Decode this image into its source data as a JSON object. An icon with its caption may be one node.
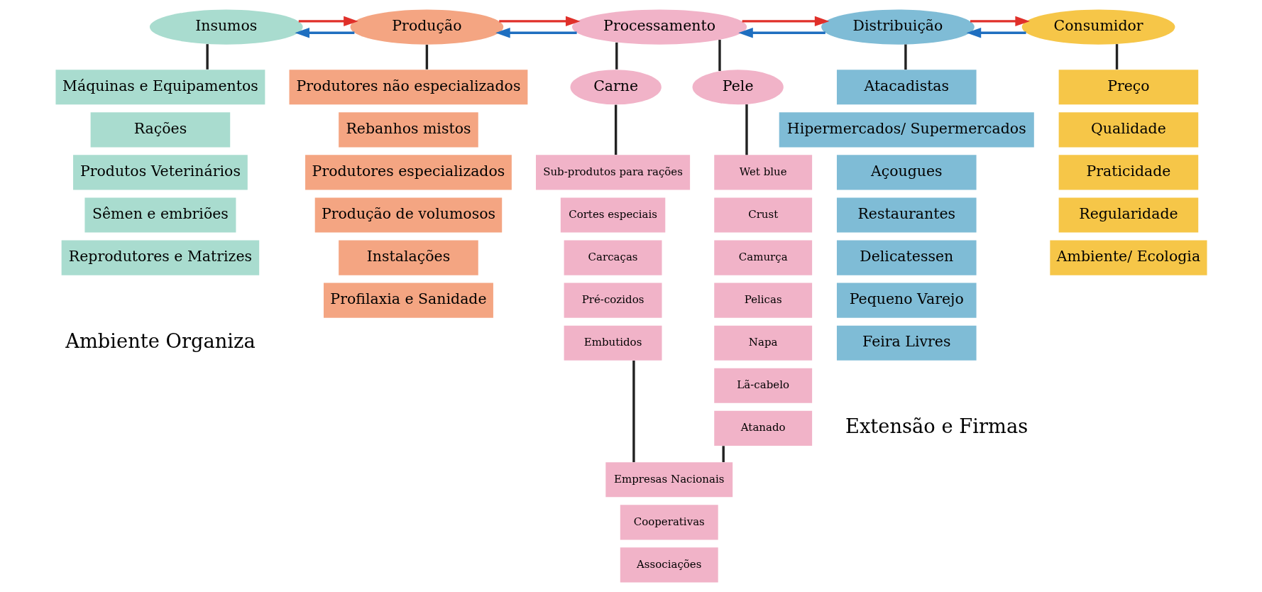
{
  "diagram": {
    "nodes": [
      {
        "text": [
          "Insumos"
        ]
      },
      {
        "text": [
          "Produção"
        ]
      },
      {
        "text": [
          "Processamento"
        ]
      },
      {
        "text": [
          "Distribuição"
        ]
      },
      {
        "text": [
          "Consumidor"
        ]
      },
      {
        "text": [
          "Máquinas e Equipamentos"
        ]
      },
      {
        "text": [
          "Rações"
        ]
      },
      {
        "text": [
          "Produtos Veterinários"
        ]
      },
      {
        "text": [
          "Sêmen e embriões"
        ]
      },
      {
        "text": [
          "Reprodutores e Matrizes"
        ]
      },
      {
        "text": [
          "Produtores não especializados"
        ]
      },
      {
        "text": [
          "Rebanhos mistos"
        ]
      },
      {
        "text": [
          "Produtores especializados"
        ]
      },
      {
        "text": [
          "Produção de volumosos"
        ]
      },
      {
        "text": [
          "Instalações"
        ]
      },
      {
        "text": [
          "Profilaxia e Sanidade"
        ]
      },
      {
        "text": [
          "Carne"
        ]
      },
      {
        "text": [
          "Pele"
        ]
      },
      {
        "text": [
          "Sub-produtos para rações"
        ]
      },
      {
        "text": [
          "Cortes especiais"
        ]
      },
      {
        "text": [
          "Carcaças"
        ]
      },
      {
        "text": [
          "Pré-cozidos"
        ]
      },
      {
        "text": [
          "Embutidos"
        ]
      },
      {
        "text": [
          "Wet blue"
        ]
      },
      {
        "text": [
          "Crust"
        ]
      },
      {
        "text": [
          "Camurça"
        ]
      },
      {
        "text": [
          "Pelicas"
        ]
      },
      {
        "text": [
          "Napa"
        ]
      },
      {
        "text": [
          "Lã-cabelo"
        ]
      },
      {
        "text": [
          "Atanado"
        ]
      },
      {
        "text": [
          "Empresas Nacionais"
        ]
      },
      {
        "text": [
          "Cooperativas"
        ]
      },
      {
        "text": [
          "Associações"
        ]
      },
      {
        "text": [
          "Atacadistas"
        ]
      },
      {
        "text": [
          "Hipermercados/ Supermercados"
        ]
      },
      {
        "text": [
          "Açougues"
        ]
      },
      {
        "text": [
          "Restaurantes"
        ]
      },
      {
        "text": [
          "Delicatessen"
        ]
      },
      {
        "text": [
          "Pequeno Varejo"
        ]
      },
      {
        "text": [
          "Feira Livres"
        ]
      },
      {
        "text": [
          "Preço"
        ]
      },
      {
        "text": [
          "Qualidade"
        ]
      },
      {
        "text": [
          "Praticidade"
        ]
      },
      {
        "text": [
          "Regularidade"
        ]
      },
      {
        "text": [
          "Ambiente/ Ecologia"
        ]
      }
    ],
    "edges": [
      {
        "from": 0,
        "to": 1,
        "arrow": "to",
        "color": "#e0302a"
      },
      {
        "from": 1,
        "to": 0,
        "arrow": "to",
        "color": "#1f6fc0"
      },
      {
        "from": 1,
        "to": 2,
        "arrow": "to",
        "color": "#e0302a"
      },
      {
        "from": 2,
        "to": 1,
        "arrow": "to",
        "color": "#1f6fc0"
      },
      {
        "from": 2,
        "to": 3,
        "arrow": "to",
        "color": "#e0302a"
      },
      {
        "from": 3,
        "to": 2,
        "arrow": "to",
        "color": "#1f6fc0"
      },
      {
        "from": 3,
        "to": 4,
        "arrow": "to",
        "color": "#e0302a"
      },
      {
        "from": 4,
        "to": 3,
        "arrow": "to",
        "color": "#1f6fc0"
      },
      {
        "from": 0,
        "to": 5,
        "arrow": "none"
      },
      {
        "from": 1,
        "to": 10,
        "arrow": "none"
      },
      {
        "from": 2,
        "to": 16,
        "arrow": "none"
      },
      {
        "from": 2,
        "to": 17,
        "arrow": "none"
      },
      {
        "from": 16,
        "to": 18,
        "arrow": "none"
      },
      {
        "from": 17,
        "to": 23,
        "arrow": "none"
      },
      {
        "from": 22,
        "to": 30,
        "arrow": "none"
      },
      {
        "from": 29,
        "to": 30,
        "arrow": "none"
      },
      {
        "from": 3,
        "to": 33,
        "arrow": "none"
      },
      {
        "from": 4,
        "to": 40,
        "arrow": "none"
      }
    ],
    "labels": [
      "Ambiente Organiza",
      "Extensão e Firmas"
    ]
  }
}
